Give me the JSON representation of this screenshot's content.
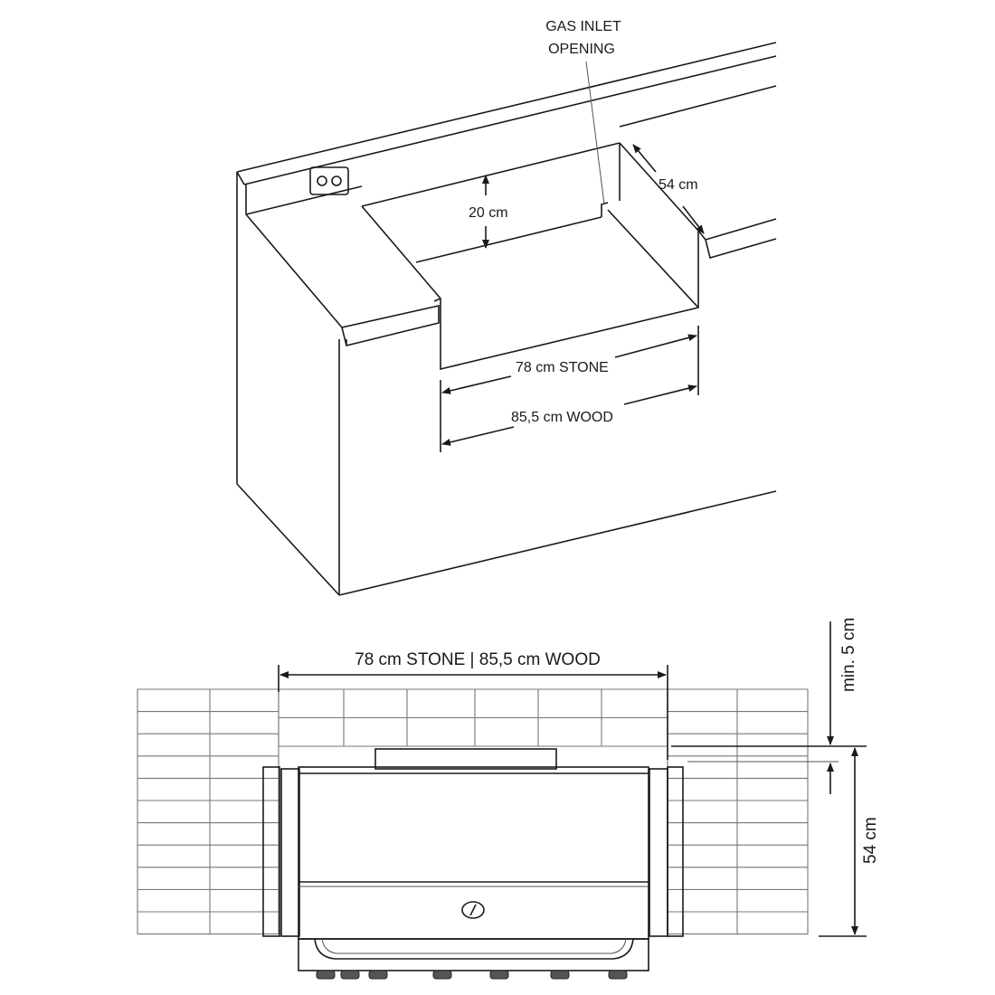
{
  "isometric_view": {
    "gas_inlet_label_line1": "GAS INLET",
    "gas_inlet_label_line2": "OPENING",
    "depth_label": "54 cm",
    "height_label": "20 cm",
    "stone_width_label": "78 cm STONE",
    "wood_width_label": "85,5 cm WOOD"
  },
  "front_view": {
    "width_label": "78 cm STONE | 85,5 cm WOOD",
    "clearance_label": "min. 5 cm",
    "height_label": "54 cm"
  },
  "colors": {
    "line": "#1a1a1a",
    "brick": "#777777"
  }
}
